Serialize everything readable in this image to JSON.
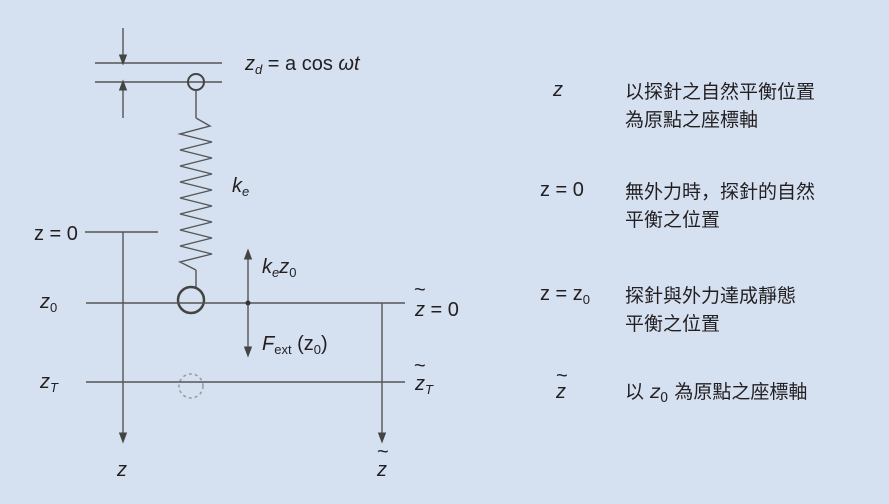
{
  "left": {
    "drive": {
      "z": "z",
      "d": "d",
      "rest": " = a cos ",
      "omega": "ωt"
    },
    "spring": {
      "k": "k",
      "e": "e"
    },
    "z_zero": "z = 0",
    "force_up": {
      "k": "k",
      "e": "e",
      "z": "z",
      "zero": "0"
    },
    "z0": {
      "z": "z",
      "zero": "0"
    },
    "zt_zero": {
      "z": "z",
      "tilde": "~",
      "rest": " = 0"
    },
    "force_down": {
      "F": "F",
      "ext": "ext",
      "rest1": " (z",
      "zero": "0",
      "rest2": ")"
    },
    "zT": {
      "z": "z",
      "T": "T"
    },
    "ztT": {
      "z": "z",
      "tilde": "~",
      "T": "T"
    },
    "axis_z": "z",
    "axis_zt": {
      "z": "z",
      "tilde": "~"
    }
  },
  "legend": [
    {
      "symbol": "z",
      "lines": [
        "以探針之自然平衡位置",
        "為原點之座標軸"
      ]
    },
    {
      "symbol": "z = 0",
      "lines": [
        "無外力時，探針的自然",
        "平衡之位置"
      ]
    },
    {
      "symbol_main": "z = z",
      "symbol_sub": "0",
      "lines": [
        "探針與外力達成靜態",
        "平衡之位置"
      ]
    },
    {
      "symbol": "z",
      "tilde": "~",
      "line_pre": "以 ",
      "line_z": "z",
      "line_sub": "0",
      "line_post": " 為原點之座標軸"
    }
  ]
}
